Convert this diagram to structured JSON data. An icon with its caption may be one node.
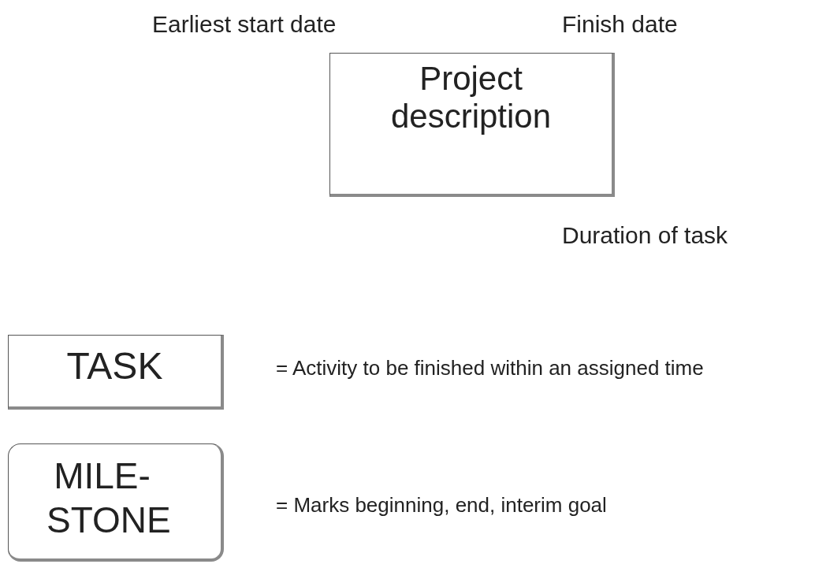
{
  "diagram": {
    "nodes": [
      {
        "text": [
          "Project description"
        ],
        "beside": [
          "Earliest start date",
          "Finish date",
          "Duration of task"
        ]
      },
      {
        "text": [
          "TASK"
        ],
        "beside": [
          "= Activity to be finished within an assigned time"
        ]
      },
      {
        "text": [
          "MILE- STONE"
        ],
        "beside": [
          "= Marks beginning, end, interim goal"
        ]
      }
    ]
  }
}
